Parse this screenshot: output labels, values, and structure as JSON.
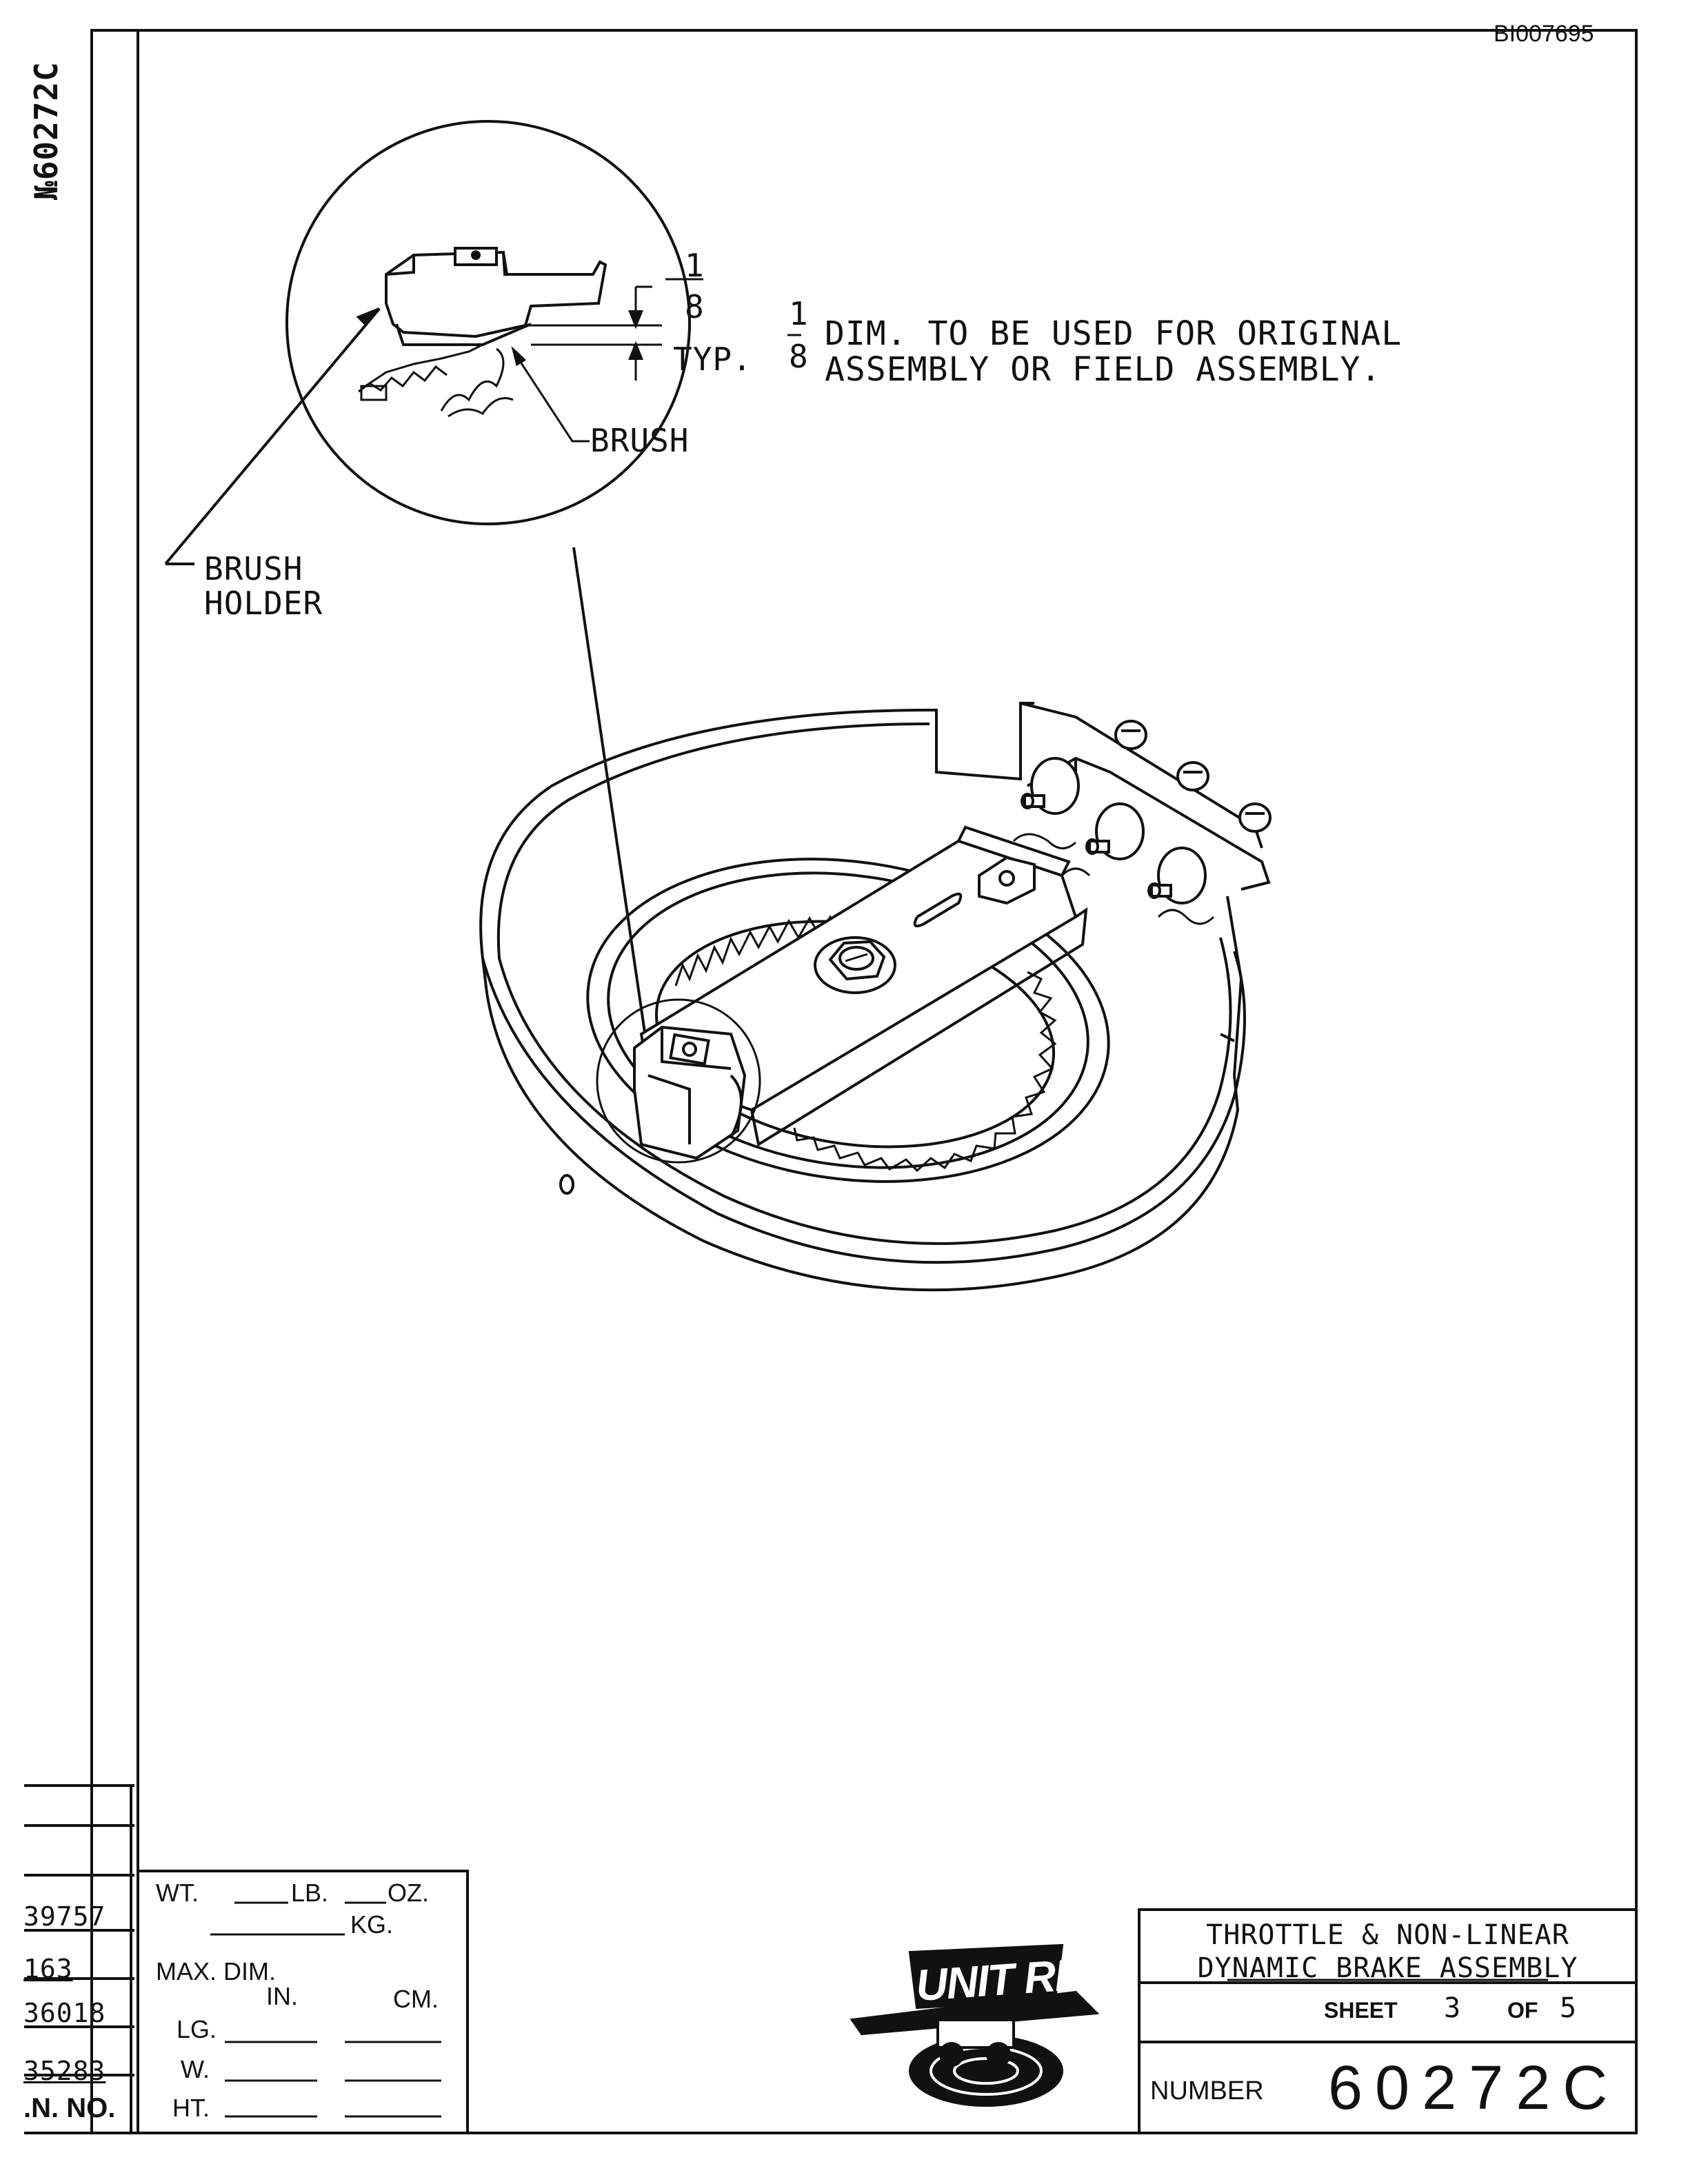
{
  "header": {
    "bates_number": "BI007695",
    "side_drawing_number": "№60272C"
  },
  "detail": {
    "fraction_numerator": "1",
    "fraction_denominator": "8",
    "typ_label": "TYP.",
    "brush_label": "BRUSH",
    "brush_holder_label_1": "BRUSH",
    "brush_holder_label_2": "HOLDER"
  },
  "note": {
    "fraction_numerator": "1",
    "fraction_denominator": "8",
    "line1": "DIM. TO BE USED FOR ORIGINAL",
    "line2": "ASSEMBLY OR FIELD ASSEMBLY."
  },
  "revisions": {
    "rows": [
      "39757",
      "163",
      "36018",
      "35283"
    ],
    "no_label": ".N. NO."
  },
  "weights": {
    "wt_label": "WT.",
    "lb_label": "LB.",
    "oz_label": "OZ.",
    "kg_label": "KG.",
    "max_dim_label": "MAX. DIM.",
    "in_label": "IN.",
    "cm_label": "CM.",
    "lg_label": "LG.",
    "w_label": "W.",
    "ht_label": "HT."
  },
  "logo": {
    "text": "UNIT RIG"
  },
  "title_block": {
    "title_line1": "THROTTLE & NON-LINEAR",
    "title_line2": "DYNAMIC BRAKE ASSEMBLY",
    "sheet_label": "SHEET",
    "sheet_number": "3",
    "of_label": "OF",
    "sheet_total": "5",
    "number_label": "NUMBER",
    "drawing_number": "60272C"
  }
}
